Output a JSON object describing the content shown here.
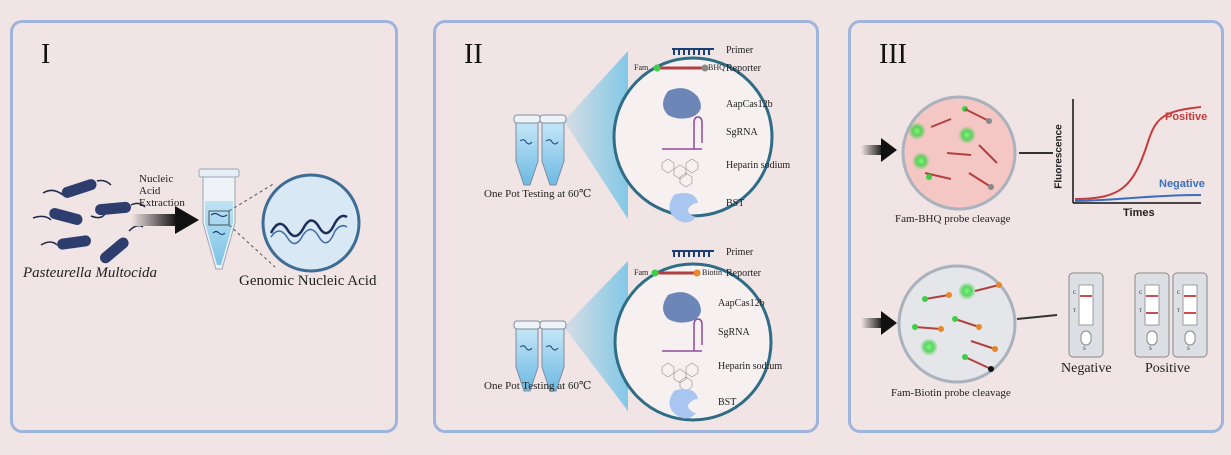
{
  "panel1": {
    "roman": "I",
    "step_label": [
      "Nucleic",
      "Acid",
      "Extraction"
    ],
    "organism": "Pasteurella Multocida",
    "result": "Genomic Nucleic Acid"
  },
  "panel2": {
    "roman": "II",
    "testing_label": "One Pot Testing at 60℃",
    "top_group": {
      "reporter_left": "Fam",
      "reporter_right": "BHQ",
      "items": [
        "Primer",
        "Reporter",
        "AapCas12b",
        "SgRNA",
        "Heparin sodium",
        "BST"
      ]
    },
    "bottom_group": {
      "reporter_left": "Fam",
      "reporter_right": "Biotin",
      "items": [
        "Primer",
        "Reporter",
        "AapCas12b",
        "SgRNA",
        "Heparin sodium",
        "BST"
      ]
    }
  },
  "panel3": {
    "roman": "III",
    "top_caption": "Fam-BHQ probe cleavage",
    "bottom_caption": "Fam-Biotin probe cleavage",
    "chart": {
      "ylabel": "Fluorescence",
      "xlabel": "Times",
      "positive_label": "Positive",
      "negative_label": "Negative"
    },
    "strips": {
      "negative_label": "Negative",
      "positive_label": "Positive",
      "c_mark": "C",
      "t_mark": "T",
      "s_mark": "S"
    }
  },
  "colors": {
    "panel_border": "#9fb4dc",
    "positive_curve": "#c53b3b",
    "negative_curve": "#3a6fbf",
    "fam_green": "#3ccf45",
    "bhq_gray": "#8a8a8a",
    "biotin_orange": "#e8862b"
  }
}
